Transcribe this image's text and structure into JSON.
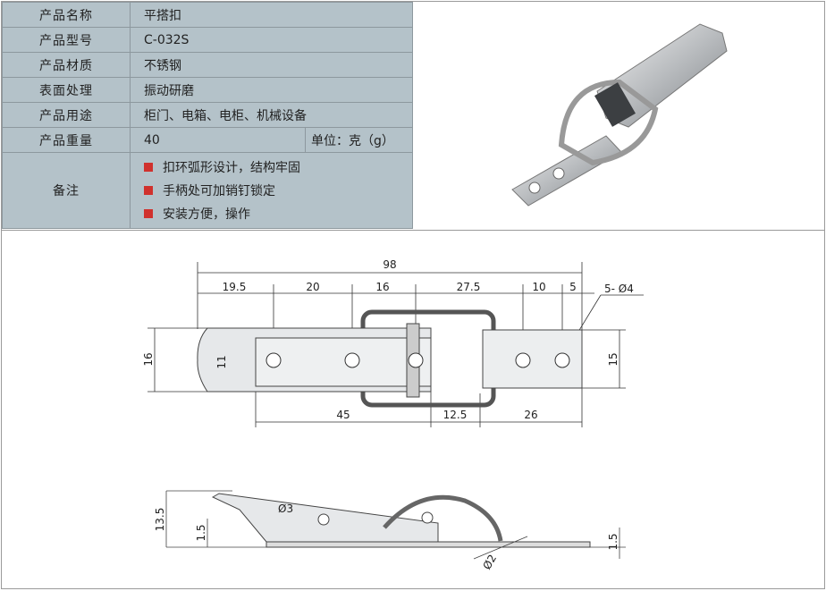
{
  "spec": {
    "rows": [
      {
        "label": "产品名称",
        "value": "平搭扣"
      },
      {
        "label": "产品型号",
        "value": "C-032S"
      },
      {
        "label": "产品材质",
        "value": "不锈钢"
      },
      {
        "label": "表面处理",
        "value": "振动研磨"
      },
      {
        "label": "产品用途",
        "value": "柜门、电箱、电柜、机械设备"
      },
      {
        "label": "产品重量",
        "value": "40",
        "unit": "单位：克（g）"
      }
    ],
    "notes_label": "备注",
    "notes": [
      "扣环弧形设计，结构牢固",
      "手柄处可加销钉锁定",
      "安装方便，操作"
    ],
    "bullet_color": "#d0312d"
  },
  "drawing": {
    "top": {
      "overall": "98",
      "d1": "19.5",
      "d2": "20",
      "d3": "16",
      "d4": "27.5",
      "d5": "10",
      "d6": "5",
      "holes": "5- Ø4",
      "h_left": "16",
      "h_inner": "11",
      "h_right": "15",
      "b1": "45",
      "b2": "12.5",
      "b3": "26"
    },
    "side": {
      "height": "13.5",
      "t_left": "1.5",
      "t_right": "1.5",
      "pin": "Ø3",
      "wire": "Ø2"
    }
  }
}
